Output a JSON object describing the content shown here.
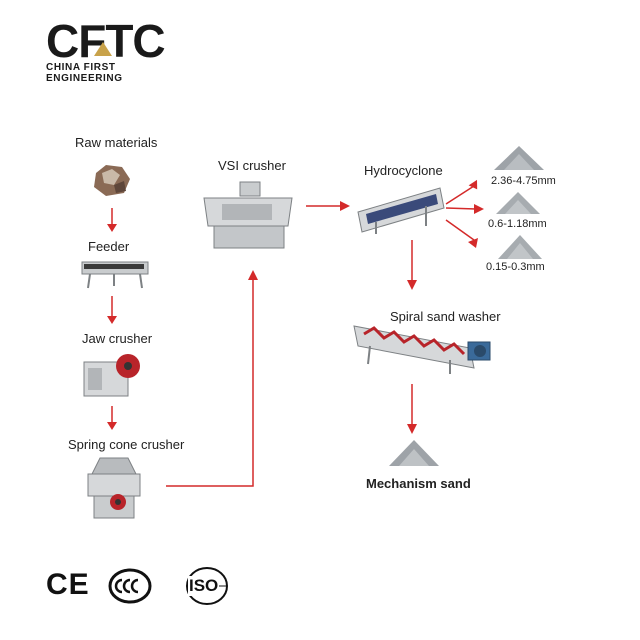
{
  "brand": {
    "logo_text": "CFTC",
    "tagline": "CHINA FIRST ENGINEERING"
  },
  "flow": {
    "raw_materials": "Raw materials",
    "feeder": "Feeder",
    "jaw_crusher": "Jaw crusher",
    "spring_cone_crusher": "Spring cone crusher",
    "vsi_crusher": "VSI crusher",
    "hydrocyclone": "Hydrocyclone",
    "spiral_sand_washer": "Spiral sand washer",
    "mechanism_sand": "Mechanism sand"
  },
  "outputs": {
    "size_1": "2.36-4.75mm",
    "size_2": "0.6-1.18mm",
    "size_3": "0.15-0.3mm"
  },
  "certifications": {
    "ce": "CE",
    "ccc": "CCC",
    "iso": "ISO"
  },
  "colors": {
    "arrow": "#d42a2a",
    "brand_accent": "#c8a24a",
    "machine_gray": "#c9ccce"
  }
}
